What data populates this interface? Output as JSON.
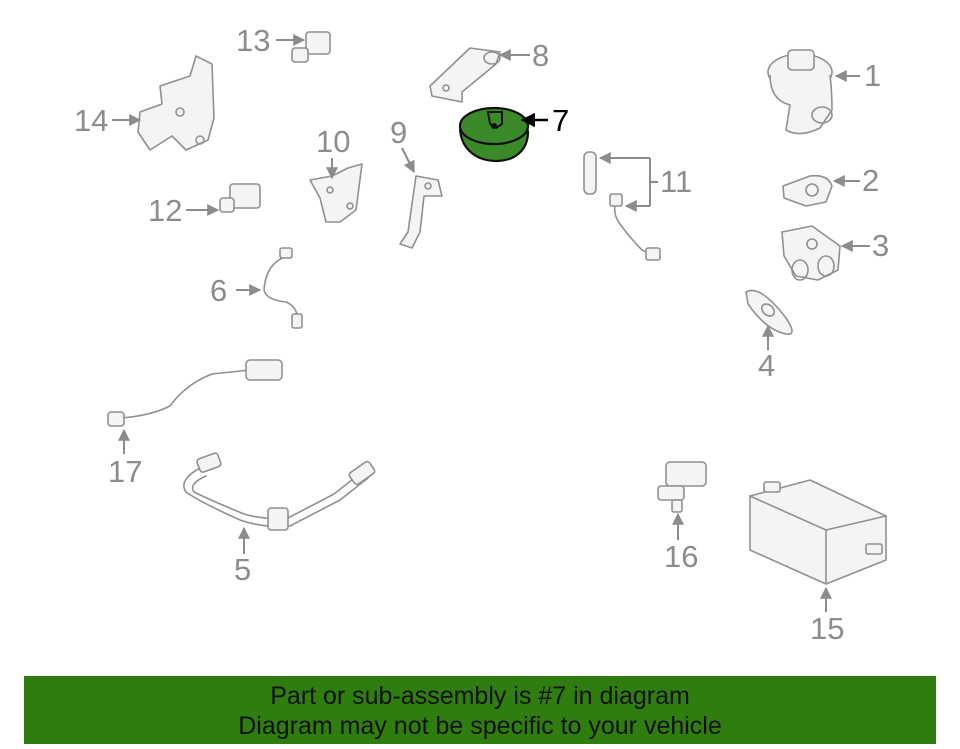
{
  "callouts": [
    {
      "id": "1",
      "label": "1"
    },
    {
      "id": "2",
      "label": "2"
    },
    {
      "id": "3",
      "label": "3"
    },
    {
      "id": "4",
      "label": "4"
    },
    {
      "id": "5",
      "label": "5"
    },
    {
      "id": "6",
      "label": "6"
    },
    {
      "id": "7",
      "label": "7",
      "highlighted": true
    },
    {
      "id": "8",
      "label": "8"
    },
    {
      "id": "9",
      "label": "9"
    },
    {
      "id": "10",
      "label": "10"
    },
    {
      "id": "11",
      "label": "11"
    },
    {
      "id": "12",
      "label": "12"
    },
    {
      "id": "13",
      "label": "13"
    },
    {
      "id": "14",
      "label": "14"
    },
    {
      "id": "15",
      "label": "15"
    },
    {
      "id": "16",
      "label": "16"
    },
    {
      "id": "17",
      "label": "17"
    }
  ],
  "highlight_color": "#3a8a2a",
  "banner": {
    "line1": "Part or sub-assembly is #7 in diagram",
    "line2": "Diagram may not be specific to your vehicle",
    "color": "#2f7d0f"
  }
}
